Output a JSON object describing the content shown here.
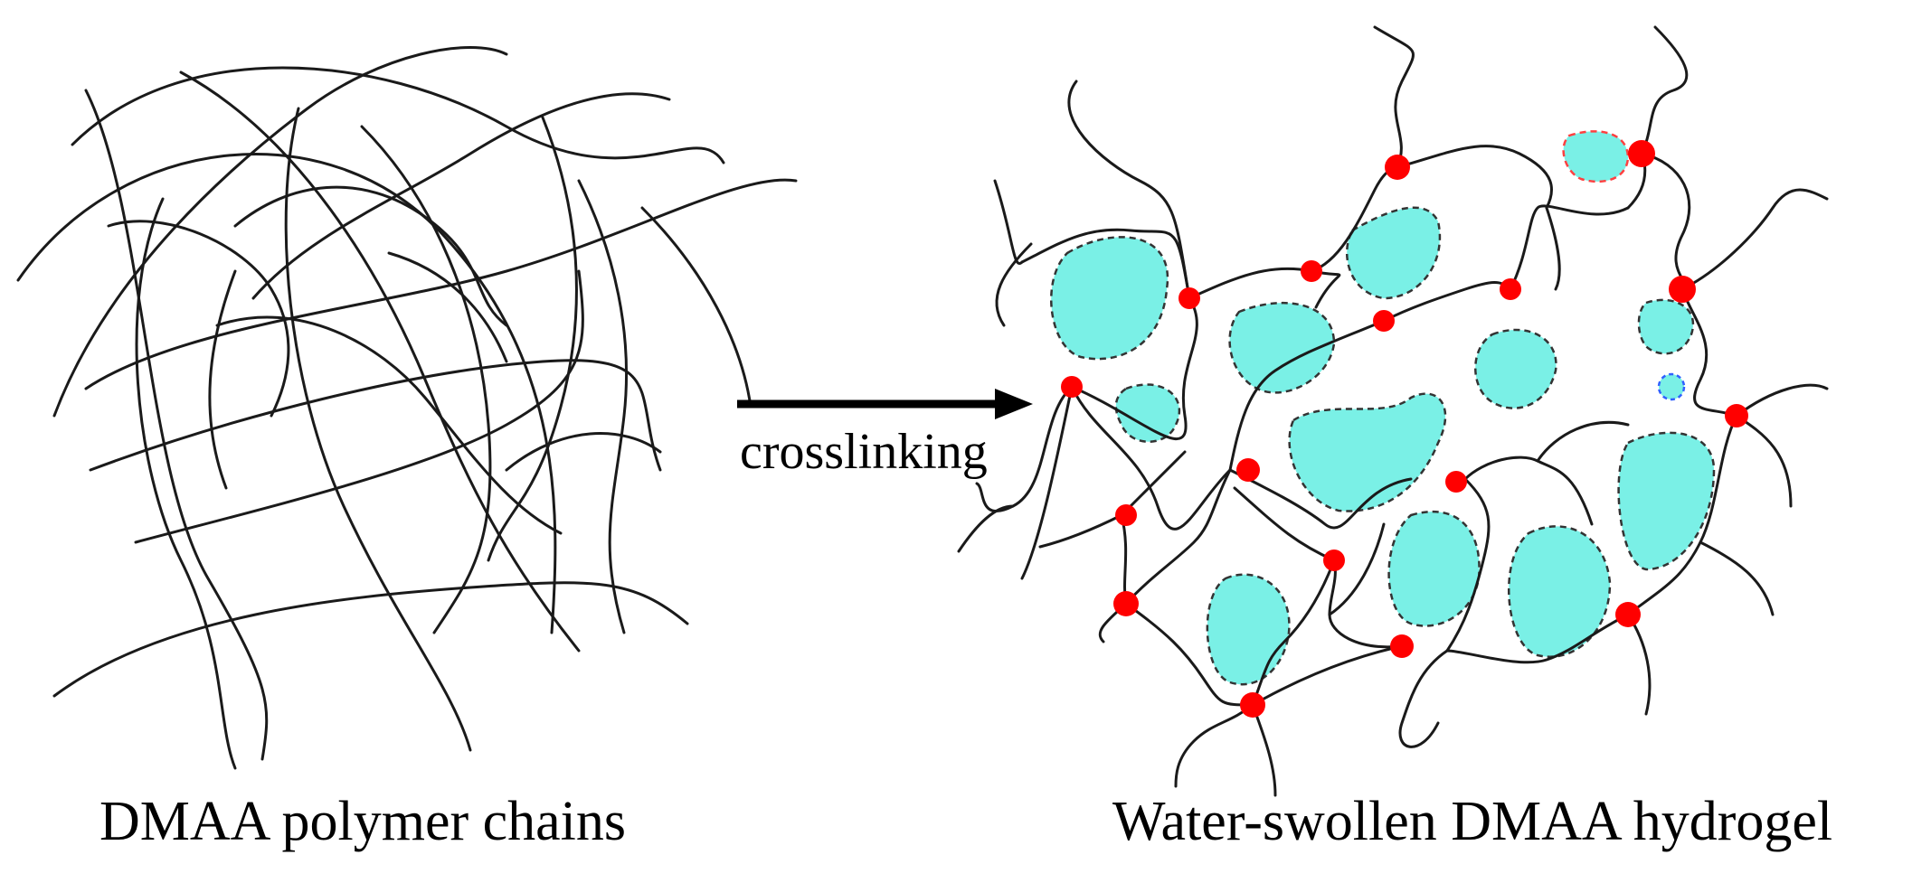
{
  "left_panel": {
    "caption": "DMAA polymer chains"
  },
  "arrow": {
    "label": "crosslinking"
  },
  "right_panel": {
    "caption": "Water-swollen DMAA hydrogel"
  },
  "colors": {
    "chain": "#1a1a1a",
    "crosslink": "#ff0000",
    "water": "#7af0e6",
    "water_outline": "#333333",
    "water_outline_red": "#ff4040",
    "water_outline_blue": "#3060ff"
  }
}
